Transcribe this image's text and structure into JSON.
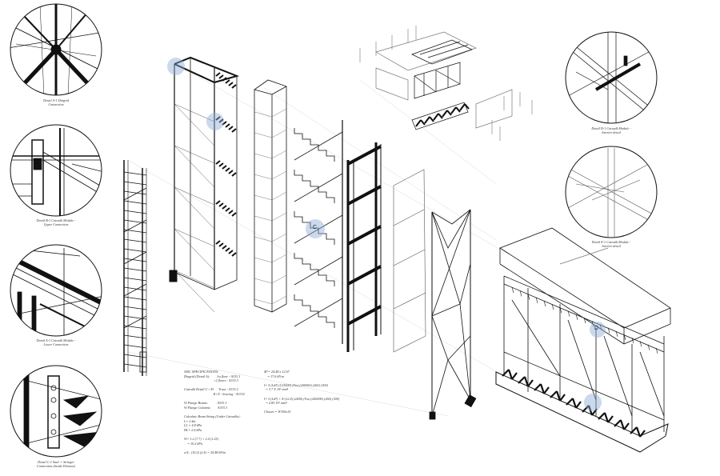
{
  "details": [
    {
      "caption_1": "Detail A-1 Diagrid",
      "caption_2": "Connection"
    },
    {
      "caption_1": "Detail B-1 Catwalk Module -",
      "caption_2": "Upper Connection"
    },
    {
      "caption_1": "Detail A-1 Catwalk Module -",
      "caption_2": "Lower Connection"
    },
    {
      "caption_1": "Detail C-1 Stair + Stringer",
      "caption_2": "Connection (Inside Element)"
    },
    {
      "caption_1": "Detail D-1 Catwalk Module -",
      "caption_2": "Interior detail"
    },
    {
      "caption_1": "Detail E-1 Catwalk Module -",
      "caption_2": "Interior detail"
    }
  ],
  "markers": [
    {
      "label": ""
    },
    {
      "label": ""
    },
    {
      "label": "C"
    },
    {
      "label": "D"
    },
    {
      "label": ""
    }
  ],
  "specs": {
    "left": [
      "AISC SPECIFICATIONS:",
      "Diagrid (Detail A):        1st floor - A333.1",
      "                                   >2 floors - A333.3",
      "",
      "Catwalk Detail C->D:     Truss - A333.2",
      "                                   K+X - bracing - A3332",
      "",
      "W Flange Beams:           A333.3",
      "W Flange Columns:        A333.3",
      "",
      "Calculate Beam Sizing (Under Catwalks):",
      "L= 2.4m",
      "LL = 4.8 kPa",
      "DL= 2.4 kPa",
      "",
      "W= 1.2 (7.7) + 2.4 (1.25)",
      "    = 10.2 kPa",
      "",
      "w/L: (10.2) (2.4) = 24.48 kN/m"
    ],
    "right": [
      "M°= 24.48 x 12.67",
      "    = 17.6 kN·m",
      "",
      "I= 5 (Ld⁴) (1/(3000) (Yss) (200000) (260) (300)",
      "  = 3.7 X 10⁶ mm⁴",
      "",
      "I= 5 (Ld⁴) + A-(12.4) (2400) (Yss) (200000) (260) (300)",
      "  = 2.85 10⁶ mm⁴",
      "",
      "Chosen = W100x15"
    ]
  },
  "colors": {
    "ink": "#111111",
    "line": "#555555",
    "light": "#9a9a9a",
    "marker": "#8caad7"
  }
}
